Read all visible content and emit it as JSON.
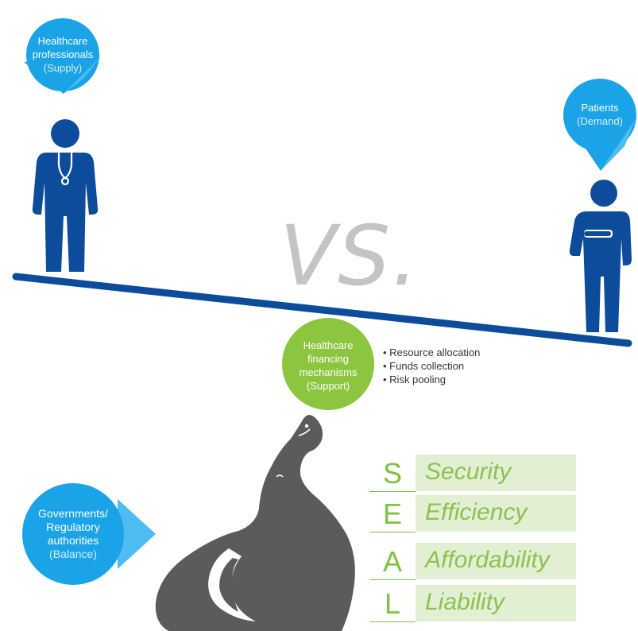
{
  "supply": {
    "title_line1": "Healthcare",
    "title_line2": "professionals",
    "sub": "(Supply)"
  },
  "demand": {
    "title": "Patients",
    "sub": "(Demand)"
  },
  "vs_text": "VS.",
  "support": {
    "line1": "Healthcare",
    "line2": "financing",
    "line3": "mechanisms",
    "line4": "(Support)"
  },
  "functions": [
    "Resource allocation",
    "Funds collection",
    "Risk pooling"
  ],
  "balance": {
    "line1": "Governments/",
    "line2": "Regulatory",
    "line3": "authorities",
    "sub": "(Balance)"
  },
  "seal": [
    {
      "letter": "S",
      "word": "Security"
    },
    {
      "letter": "E",
      "word": "Efficiency"
    },
    {
      "letter": "A",
      "word": "Affordability"
    },
    {
      "letter": "L",
      "word": "Liability"
    }
  ],
  "colors": {
    "blue_dark": "#0d4c9b",
    "blue_light": "#1aa3e6",
    "green": "#8cc63f",
    "seal_gray": "#5b5b5d",
    "seal_box": "#e3efd2"
  },
  "icons": [
    "doctor-figure-icon",
    "patient-figure-icon",
    "sea-lion-icon"
  ]
}
